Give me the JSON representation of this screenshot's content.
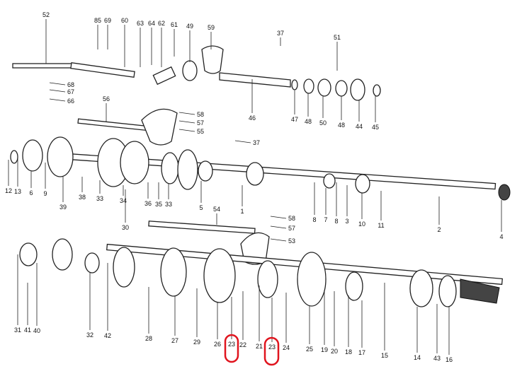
{
  "title": "Gearbox exploded parts diagram",
  "labels": [
    "52",
    "85",
    "69",
    "60",
    "63",
    "64",
    "62",
    "61",
    "49",
    "59",
    "37",
    "51",
    "68",
    "67",
    "66",
    "46",
    "47",
    "48",
    "50",
    "48",
    "44",
    "45",
    "56",
    "58",
    "57",
    "55",
    "37",
    "12",
    "13",
    "6",
    "9",
    "38",
    "33",
    "34",
    "36",
    "35",
    "33",
    "5",
    "1",
    "8",
    "7",
    "8",
    "3",
    "10",
    "11",
    "2",
    "4",
    "30",
    "54",
    "58",
    "57",
    "53",
    "39",
    "31",
    "41",
    "40",
    "32",
    "42",
    "28",
    "27",
    "29",
    "26",
    "23",
    "22",
    "21",
    "23",
    "24",
    "25",
    "19",
    "20",
    "18",
    "17",
    "15",
    "14",
    "43",
    "16"
  ],
  "highlighted_part": "23",
  "highlight_color": "#e0141e"
}
